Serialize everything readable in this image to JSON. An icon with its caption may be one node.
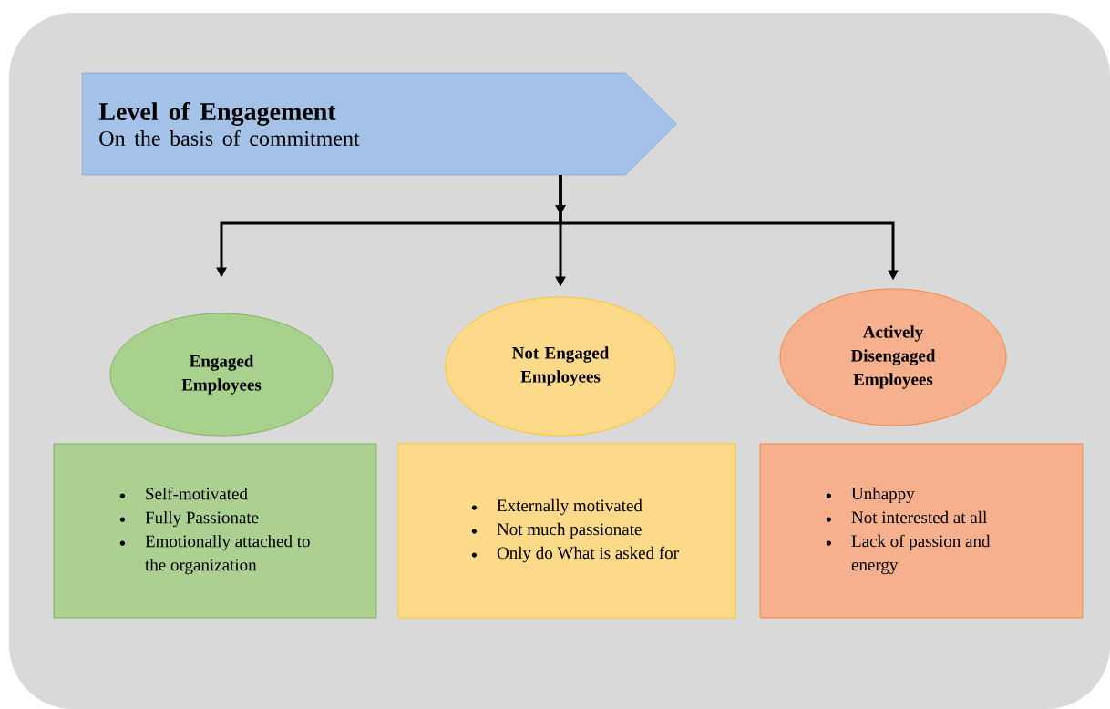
{
  "diagram": {
    "nodes": [
      {
        "text": [
          "Level of Engagement",
          "On the basis of commitment"
        ]
      },
      {
        "text": [
          "Engaged Employees"
        ]
      },
      {
        "text": [
          "Not Engaged Employees"
        ]
      },
      {
        "text": [
          "Actively Disengaged Employees"
        ]
      },
      {
        "text": [
          "Self-motivated",
          "Fully Passionate",
          "Emotionally attached to the organization"
        ]
      },
      {
        "text": [
          "Externally motivated",
          "Not much passionate",
          "Only do What is asked for"
        ]
      },
      {
        "text": [
          "Unhappy",
          "Not interested at all",
          "Lack of passion and energy"
        ]
      }
    ],
    "edges": [
      {
        "from": 0,
        "to": 1,
        "arrow": "to"
      },
      {
        "from": 0,
        "to": 2,
        "arrow": "to"
      },
      {
        "from": 0,
        "to": 3,
        "arrow": "to"
      }
    ]
  }
}
